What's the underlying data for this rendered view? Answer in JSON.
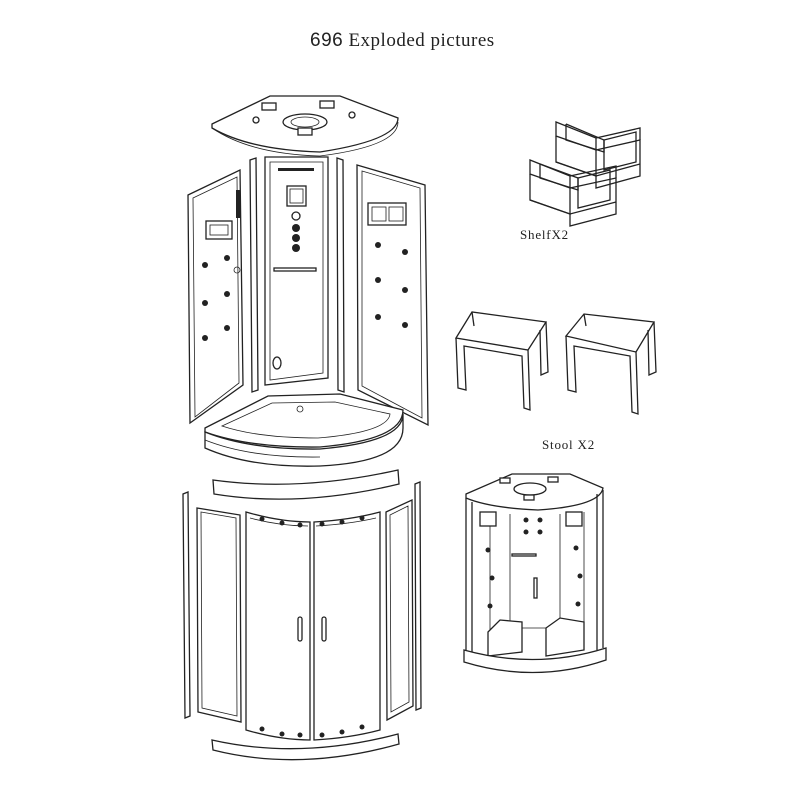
{
  "title": {
    "number": "696",
    "text": "Exploded pictures"
  },
  "labels": {
    "shelf": "ShelfX2",
    "stool": "Stool X2"
  },
  "colors": {
    "line": "#222222",
    "background": "#ffffff"
  }
}
